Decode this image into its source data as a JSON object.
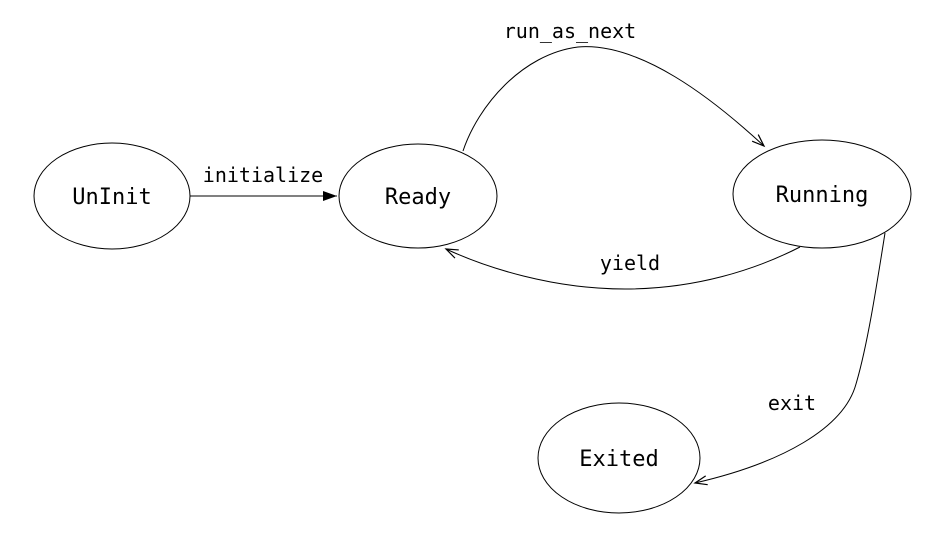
{
  "diagram": {
    "type": "state-machine",
    "background_color": "#ffffff",
    "line_color": "#000000",
    "text_color": "#000000",
    "nodes": [
      {
        "id": "uninit",
        "label": "UnInit"
      },
      {
        "id": "ready",
        "label": "Ready"
      },
      {
        "id": "running",
        "label": "Running"
      },
      {
        "id": "exited",
        "label": "Exited"
      }
    ],
    "edges": [
      {
        "from": "UnInit",
        "to": "Ready",
        "label": "initialize",
        "arrowhead": "filled"
      },
      {
        "from": "Ready",
        "to": "Running",
        "label": "run_as_next",
        "arrowhead": "open"
      },
      {
        "from": "Running",
        "to": "Ready",
        "label": "yield",
        "arrowhead": "open"
      },
      {
        "from": "Running",
        "to": "Exited",
        "label": "exit",
        "arrowhead": "open"
      }
    ]
  }
}
